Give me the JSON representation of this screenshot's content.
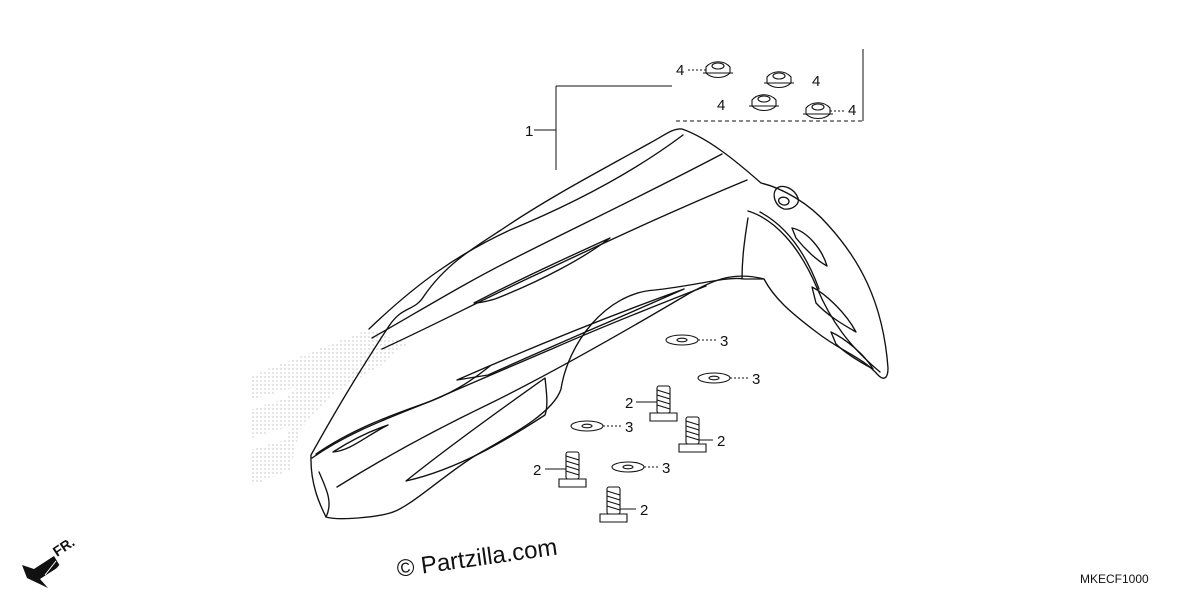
{
  "diagram": {
    "callouts": {
      "fender": "1",
      "bolt": "2",
      "washer": "3",
      "nut": "4"
    },
    "watermark": "© Partzilla.com",
    "direction_label": "FR.",
    "diagram_code": "MKECF1000"
  }
}
